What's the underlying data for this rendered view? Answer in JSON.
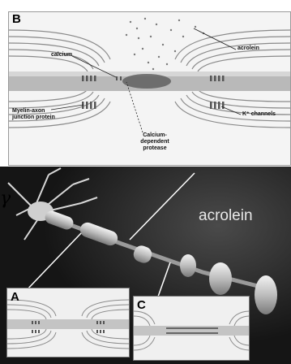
{
  "panel_b": {
    "letter": "B",
    "labels": {
      "calcium": "calcium",
      "acrolein": "acrolein",
      "myelin_axon_junction": "Myelin-axon junction protein",
      "k_channels": "K⁺ channels",
      "protease": "Calcium-dependent protease"
    }
  },
  "photo": {
    "label": "acrolein"
  },
  "inset_a": {
    "letter": "A"
  },
  "inset_c": {
    "letter": "C"
  },
  "colors": {
    "myelin": "#c9c9c9",
    "axon": "#b8b8b8",
    "background_photo": "#1e1e1e"
  }
}
